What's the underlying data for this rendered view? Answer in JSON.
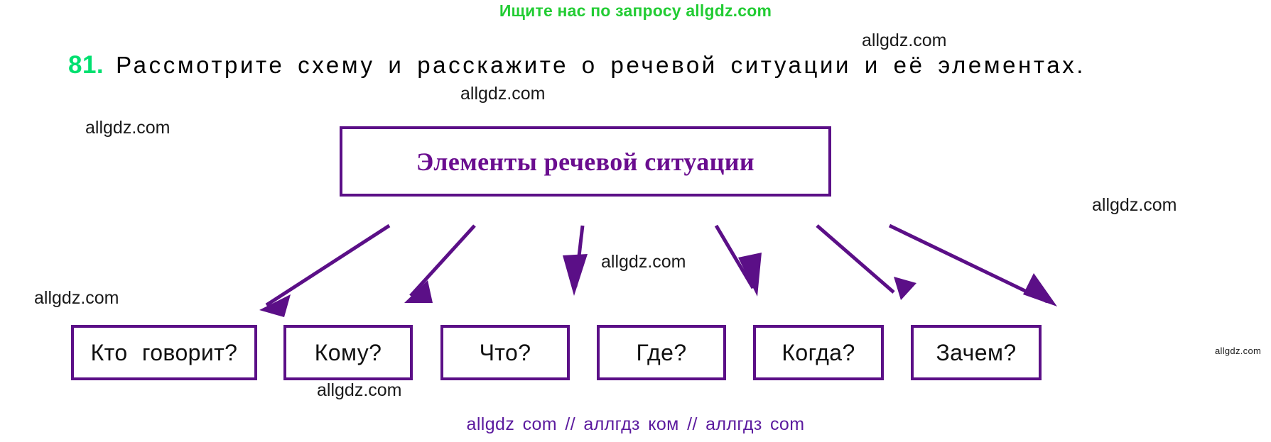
{
  "promo": {
    "text": "Ищите нас по запросу allgdz.com",
    "color": "#22cc33"
  },
  "exercise": {
    "number": "81.",
    "number_color": "#00e070",
    "text": "Рассмотрите схему и расскажите о речевой ситуации и её элементах."
  },
  "diagram": {
    "type": "tree",
    "accent_color": "#5b0f87",
    "root": {
      "label": "Элементы речевой ситуации",
      "text_color": "#6a0d8f"
    },
    "leaves": [
      {
        "label": "Кто  говорит?"
      },
      {
        "label": "Кому?"
      },
      {
        "label": "Что?"
      },
      {
        "label": "Где?"
      },
      {
        "label": "Когда?"
      },
      {
        "label": "Зачем?"
      }
    ]
  },
  "watermarks": [
    {
      "text": "allgdz.com",
      "size": "lg"
    },
    {
      "text": "allgdz.com",
      "size": "lg"
    },
    {
      "text": "allgdz.com",
      "size": "lg"
    },
    {
      "text": "allgdz.com",
      "size": "lg"
    },
    {
      "text": "allgdz.com",
      "size": "lg"
    },
    {
      "text": "allgdz.com",
      "size": "lg"
    },
    {
      "text": "allgdz.com",
      "size": "lg"
    },
    {
      "text": "allgdz.com",
      "size": "sm"
    }
  ],
  "footer": {
    "text": "allgdz com  //  аллгдз ком  //  аллгдз com",
    "color": "#5b1a9e"
  }
}
